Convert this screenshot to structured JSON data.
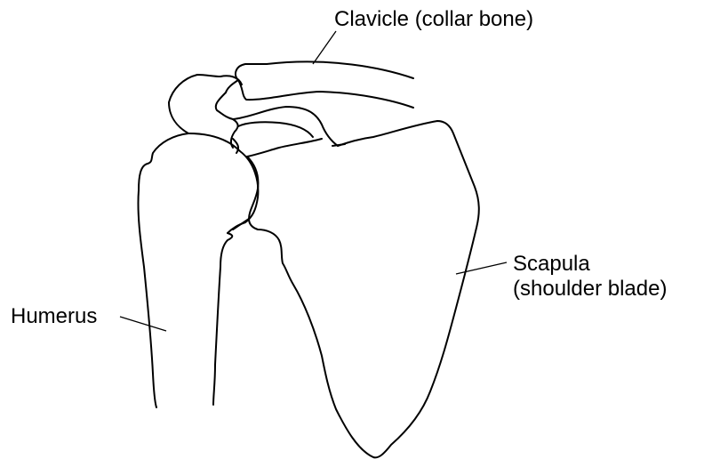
{
  "labels": {
    "clavicle": "Clavicle (collar bone)",
    "scapula_line1": "Scapula",
    "scapula_line2": "(shoulder blade)",
    "humerus": "Humerus"
  },
  "colors": {
    "line": "#000000",
    "background": "#ffffff"
  }
}
